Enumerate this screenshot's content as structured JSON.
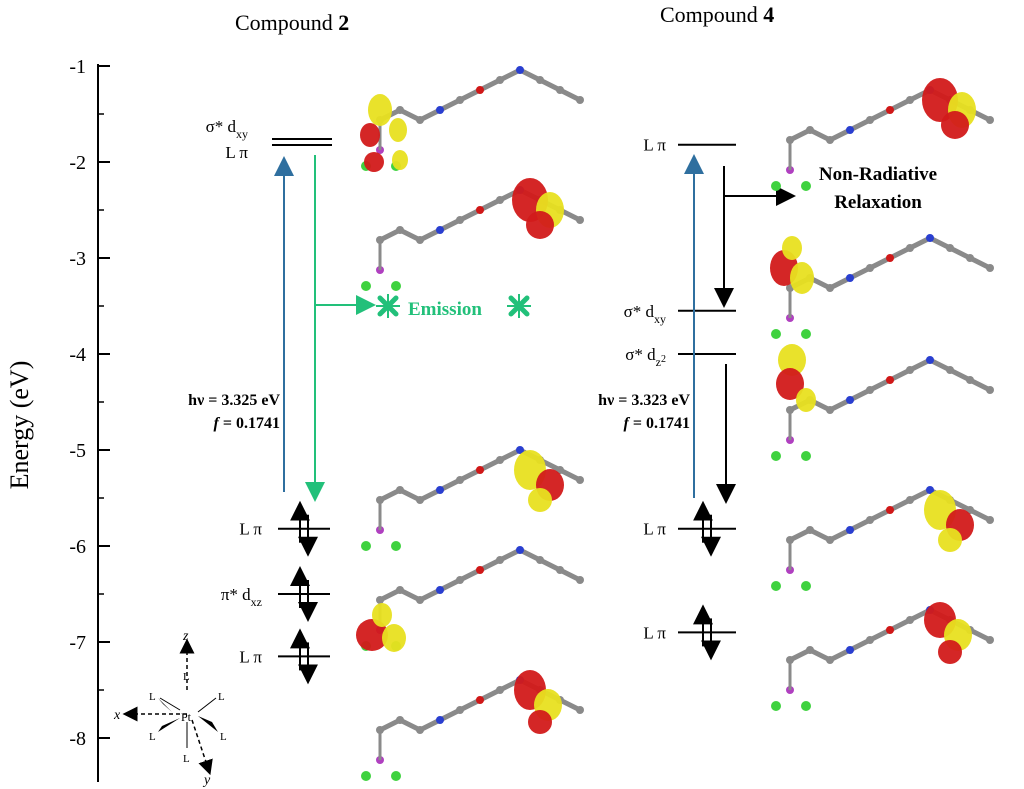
{
  "header": {
    "compound2_title": "Compound ",
    "compound2_num": "2",
    "compound4_title": "Compound ",
    "compound4_num": "4"
  },
  "axis": {
    "label": "Energy (eV)",
    "ticks": [
      "-1",
      "-2",
      "-3",
      "-4",
      "-5",
      "-6",
      "-7",
      "-8"
    ],
    "tick_values": [
      -1,
      -2,
      -3,
      -4,
      -5,
      -6,
      -7,
      -8
    ],
    "range": [
      -8.45,
      -1
    ]
  },
  "compound2": {
    "levels": [
      {
        "label_main": "σ* d",
        "label_sub": "xy",
        "energy": -1.78,
        "occupied": false
      },
      {
        "label_main": "L π",
        "label_sub": "",
        "energy": -1.82,
        "occupied": false
      },
      {
        "label_main": "L π",
        "label_sub": "",
        "energy": -5.82,
        "occupied": true
      },
      {
        "label_main": "π* d",
        "label_sub": "xz",
        "energy": -6.5,
        "occupied": true
      },
      {
        "label_main": "L π",
        "label_sub": "",
        "energy": -7.15,
        "occupied": true
      }
    ],
    "excitation": {
      "energy_text": "hν = 3.325 eV",
      "f_label": "f",
      "f_value": " = 0.1741"
    },
    "emission_label": "Emission"
  },
  "compound4": {
    "levels": [
      {
        "label_main": "L π",
        "label_sub": "",
        "energy": -1.82,
        "occupied": false
      },
      {
        "label_main": "σ* d",
        "label_sub": "xy",
        "energy": -3.55,
        "occupied": false
      },
      {
        "label_main": "σ* d",
        "label_sub": "z",
        "label_sup": "2",
        "energy": -4.0,
        "occupied": false
      },
      {
        "label_main": "L π",
        "label_sub": "",
        "energy": -5.82,
        "occupied": true
      },
      {
        "label_main": "L π",
        "label_sub": "",
        "energy": -6.9,
        "occupied": true
      }
    ],
    "excitation": {
      "energy_text": "hν = 3.323 eV",
      "f_label": "f",
      "f_value": " = 0.1741"
    },
    "relaxation_label_1": "Non-Radiative",
    "relaxation_label_2": "Relaxation"
  },
  "coord_inset": {
    "axis_labels": [
      "z",
      "x",
      "y"
    ],
    "ligand_label": "L",
    "metal_label": "Pt"
  },
  "colors": {
    "excitation": "#2f6f9f",
    "emission": "#22c07a",
    "orbital_red": "#d21a1a",
    "orbital_yellow": "#e8e020",
    "carbon": "#8a8a8a",
    "nitrogen": "#2a3fd0",
    "oxygen": "#d01818",
    "chlorine": "#3fd23f",
    "platinum": "#b040c0",
    "sulfur": "#e0d020"
  }
}
